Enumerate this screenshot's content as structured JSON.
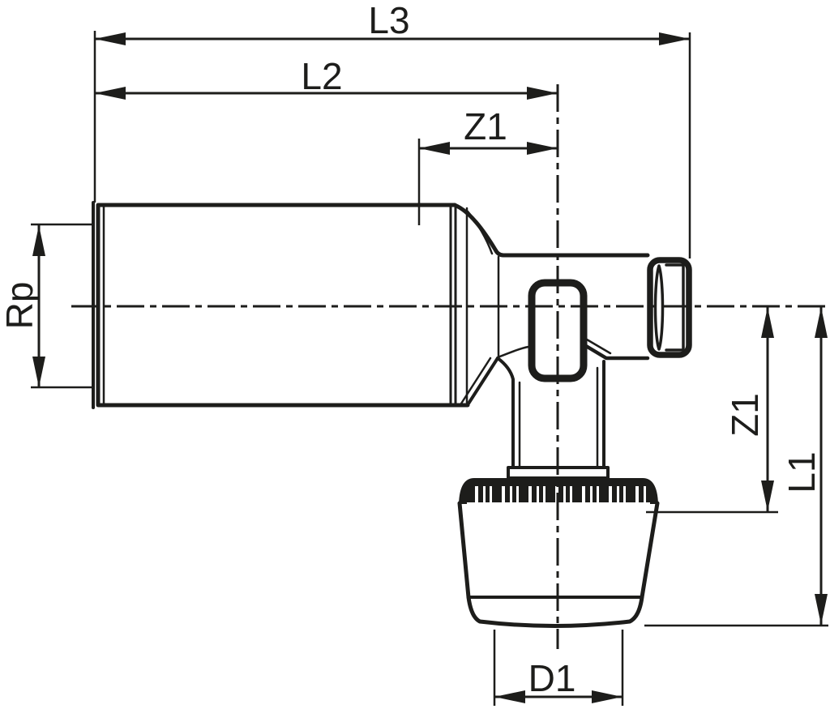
{
  "drawing": {
    "type": "technical-dimension-drawing",
    "subject": "press fitting with threaded socket, press end and branch connection",
    "colors": {
      "line": "#1d1d1b",
      "background": "#ffffff"
    }
  },
  "labels": {
    "l3": "L3",
    "l2": "L2",
    "z1_top": "Z1",
    "rp": "Rp",
    "z1_right": "Z1",
    "l1": "L1",
    "d1": "D1"
  }
}
